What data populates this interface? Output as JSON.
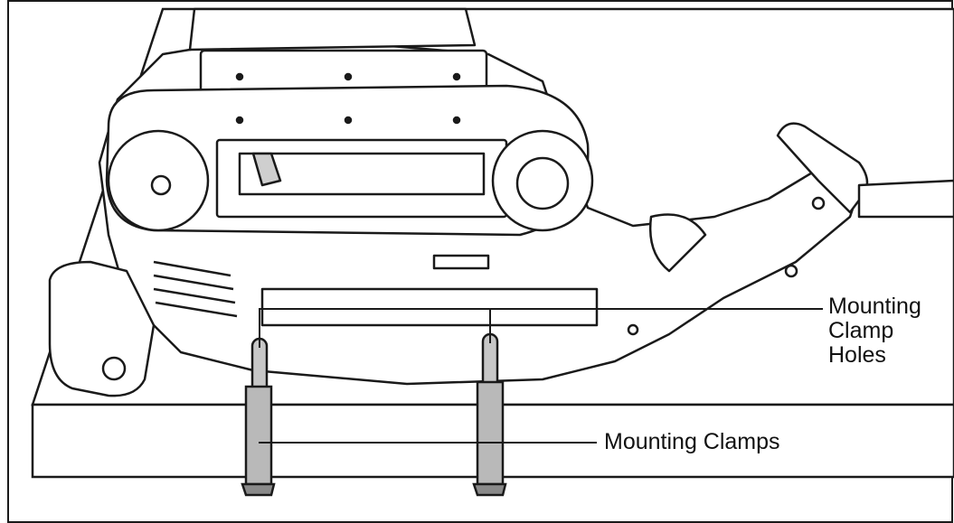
{
  "labels": {
    "holes_line1": "Mounting",
    "holes_line2": "Clamp",
    "holes_line3": "Holes",
    "clamps": "Mounting Clamps"
  },
  "colors": {
    "stroke": "#1a1a1a",
    "fill": "#ffffff",
    "clamp_fill": "#b9b9b9",
    "clamp_dark": "#8a8a8a"
  }
}
